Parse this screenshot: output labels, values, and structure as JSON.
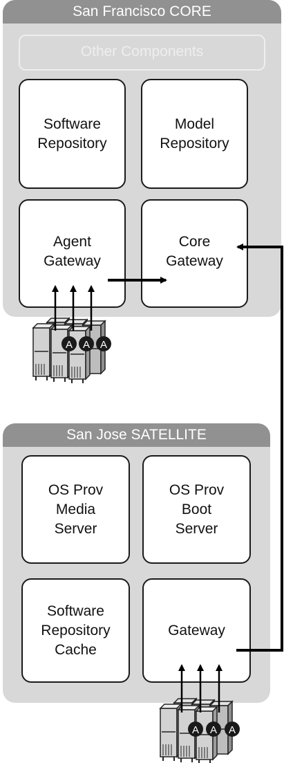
{
  "core": {
    "title": "San Francisco CORE",
    "other_components": "Other Components",
    "software_repository": "Software\nRepository",
    "model_repository": "Model\nRepository",
    "agent_gateway": "Agent\nGateway",
    "core_gateway": "Core\nGateway"
  },
  "satellite": {
    "title": "San Jose SATELLITE",
    "os_prov_media_server": "OS Prov\nMedia\nServer",
    "os_prov_boot_server": "OS Prov\nBoot\nServer",
    "software_repository_cache": "Software\nRepository\nCache",
    "gateway": "Gateway"
  },
  "agent_badge": "A",
  "colors": {
    "panel": "#d8d8d8",
    "panel_header": "#919191",
    "box_border": "#1a1a1a",
    "arrow": "#000000",
    "server_body": "#c8c8c8"
  },
  "icons": [
    "server-rack-icon",
    "agent-badge-icon",
    "arrow-icon"
  ]
}
